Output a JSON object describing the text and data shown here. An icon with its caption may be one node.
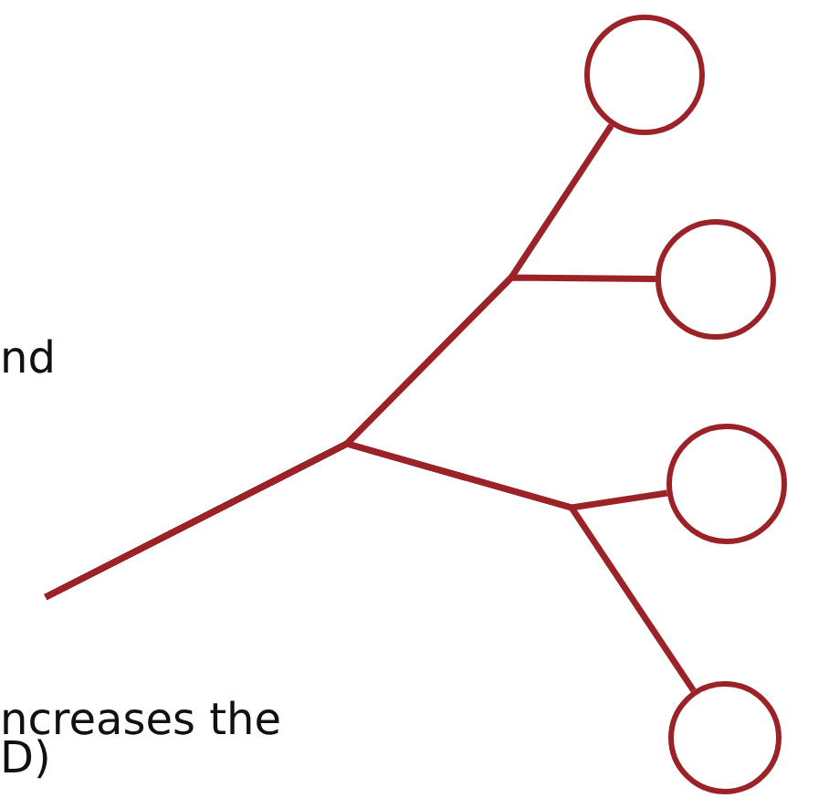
{
  "diagram": {
    "nodes": [
      {
        "text": [],
        "shape": "circle"
      },
      {
        "text": [],
        "shape": "circle"
      },
      {
        "text": [],
        "shape": "circle"
      },
      {
        "text": [],
        "shape": "circle"
      }
    ],
    "edges": [
      {
        "from": null,
        "to": 0,
        "arrow": "none"
      },
      {
        "from": null,
        "to": 1,
        "arrow": "none"
      },
      {
        "from": null,
        "to": 2,
        "arrow": "none"
      },
      {
        "from": null,
        "to": 3,
        "arrow": "none"
      }
    ],
    "labels": [
      "nd",
      "ncreases the D)"
    ]
  }
}
